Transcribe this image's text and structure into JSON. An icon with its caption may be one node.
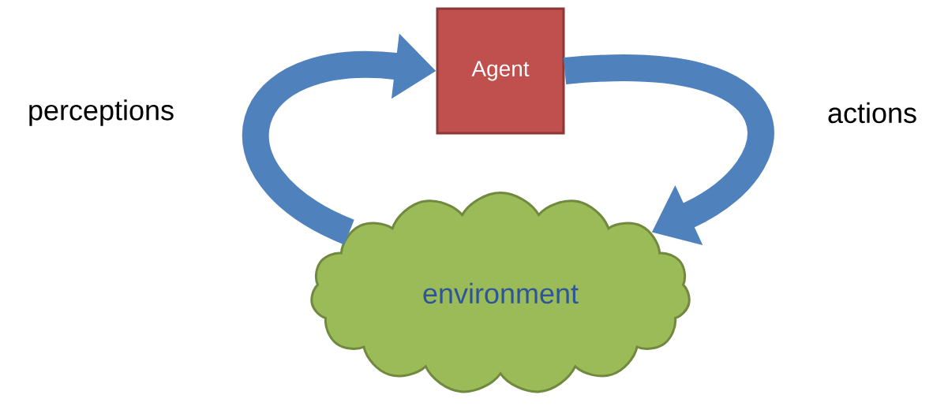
{
  "diagram": {
    "nodes": [
      {
        "text": [
          "Agent"
        ]
      },
      {
        "text": [
          "environment"
        ]
      }
    ],
    "edges": [
      {
        "from": 1,
        "to": 0,
        "arrow": "to",
        "label": "perceptions"
      },
      {
        "from": 0,
        "to": 1,
        "arrow": "to",
        "label": "actions"
      }
    ]
  }
}
